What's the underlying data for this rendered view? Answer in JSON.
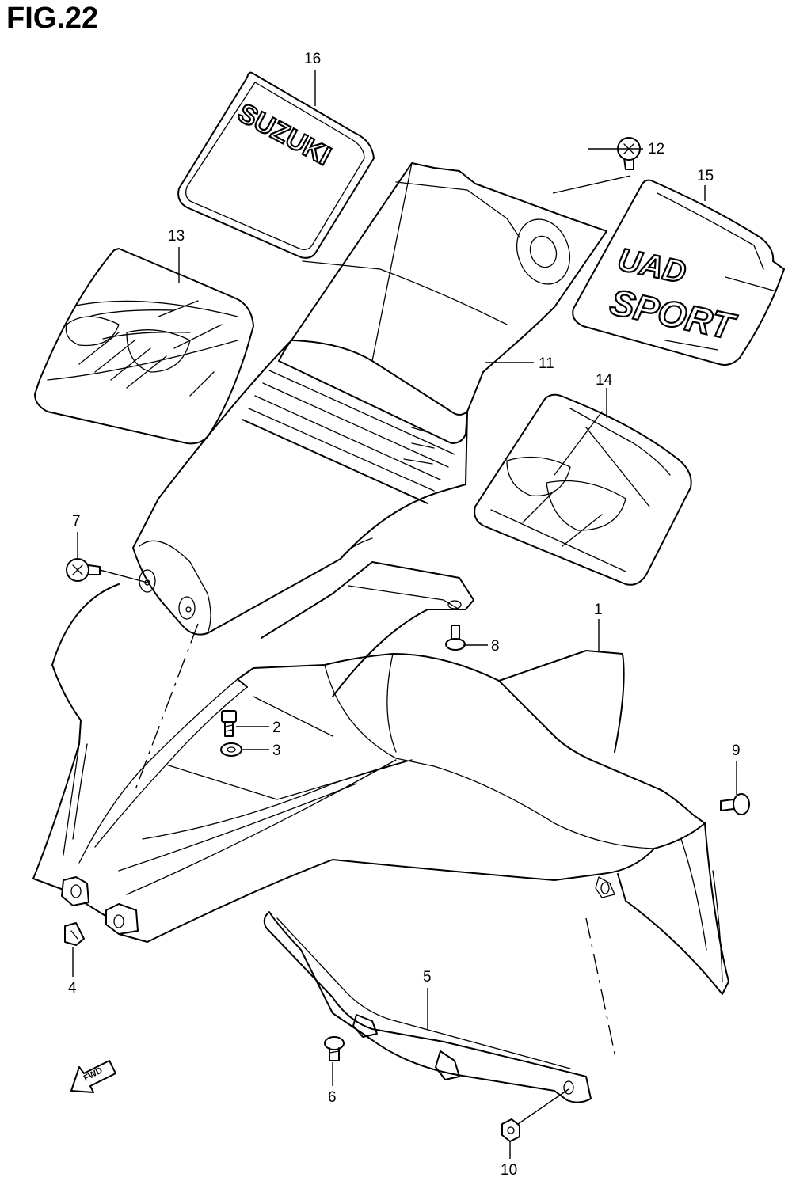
{
  "figure": {
    "title": "FIG.22"
  },
  "decals": {
    "part16_text": "SUZUKI",
    "part15_line1": "UAD",
    "part15_line2": "SPORT",
    "fwd_arrow": "FWD"
  },
  "callouts": {
    "c1": "1",
    "c2": "2",
    "c3": "3",
    "c4": "4",
    "c5": "5",
    "c6": "6",
    "c7": "7",
    "c8": "8",
    "c9": "9",
    "c10": "10",
    "c11": "11",
    "c12": "12",
    "c13": "13",
    "c14": "14",
    "c15": "15",
    "c16": "16"
  }
}
